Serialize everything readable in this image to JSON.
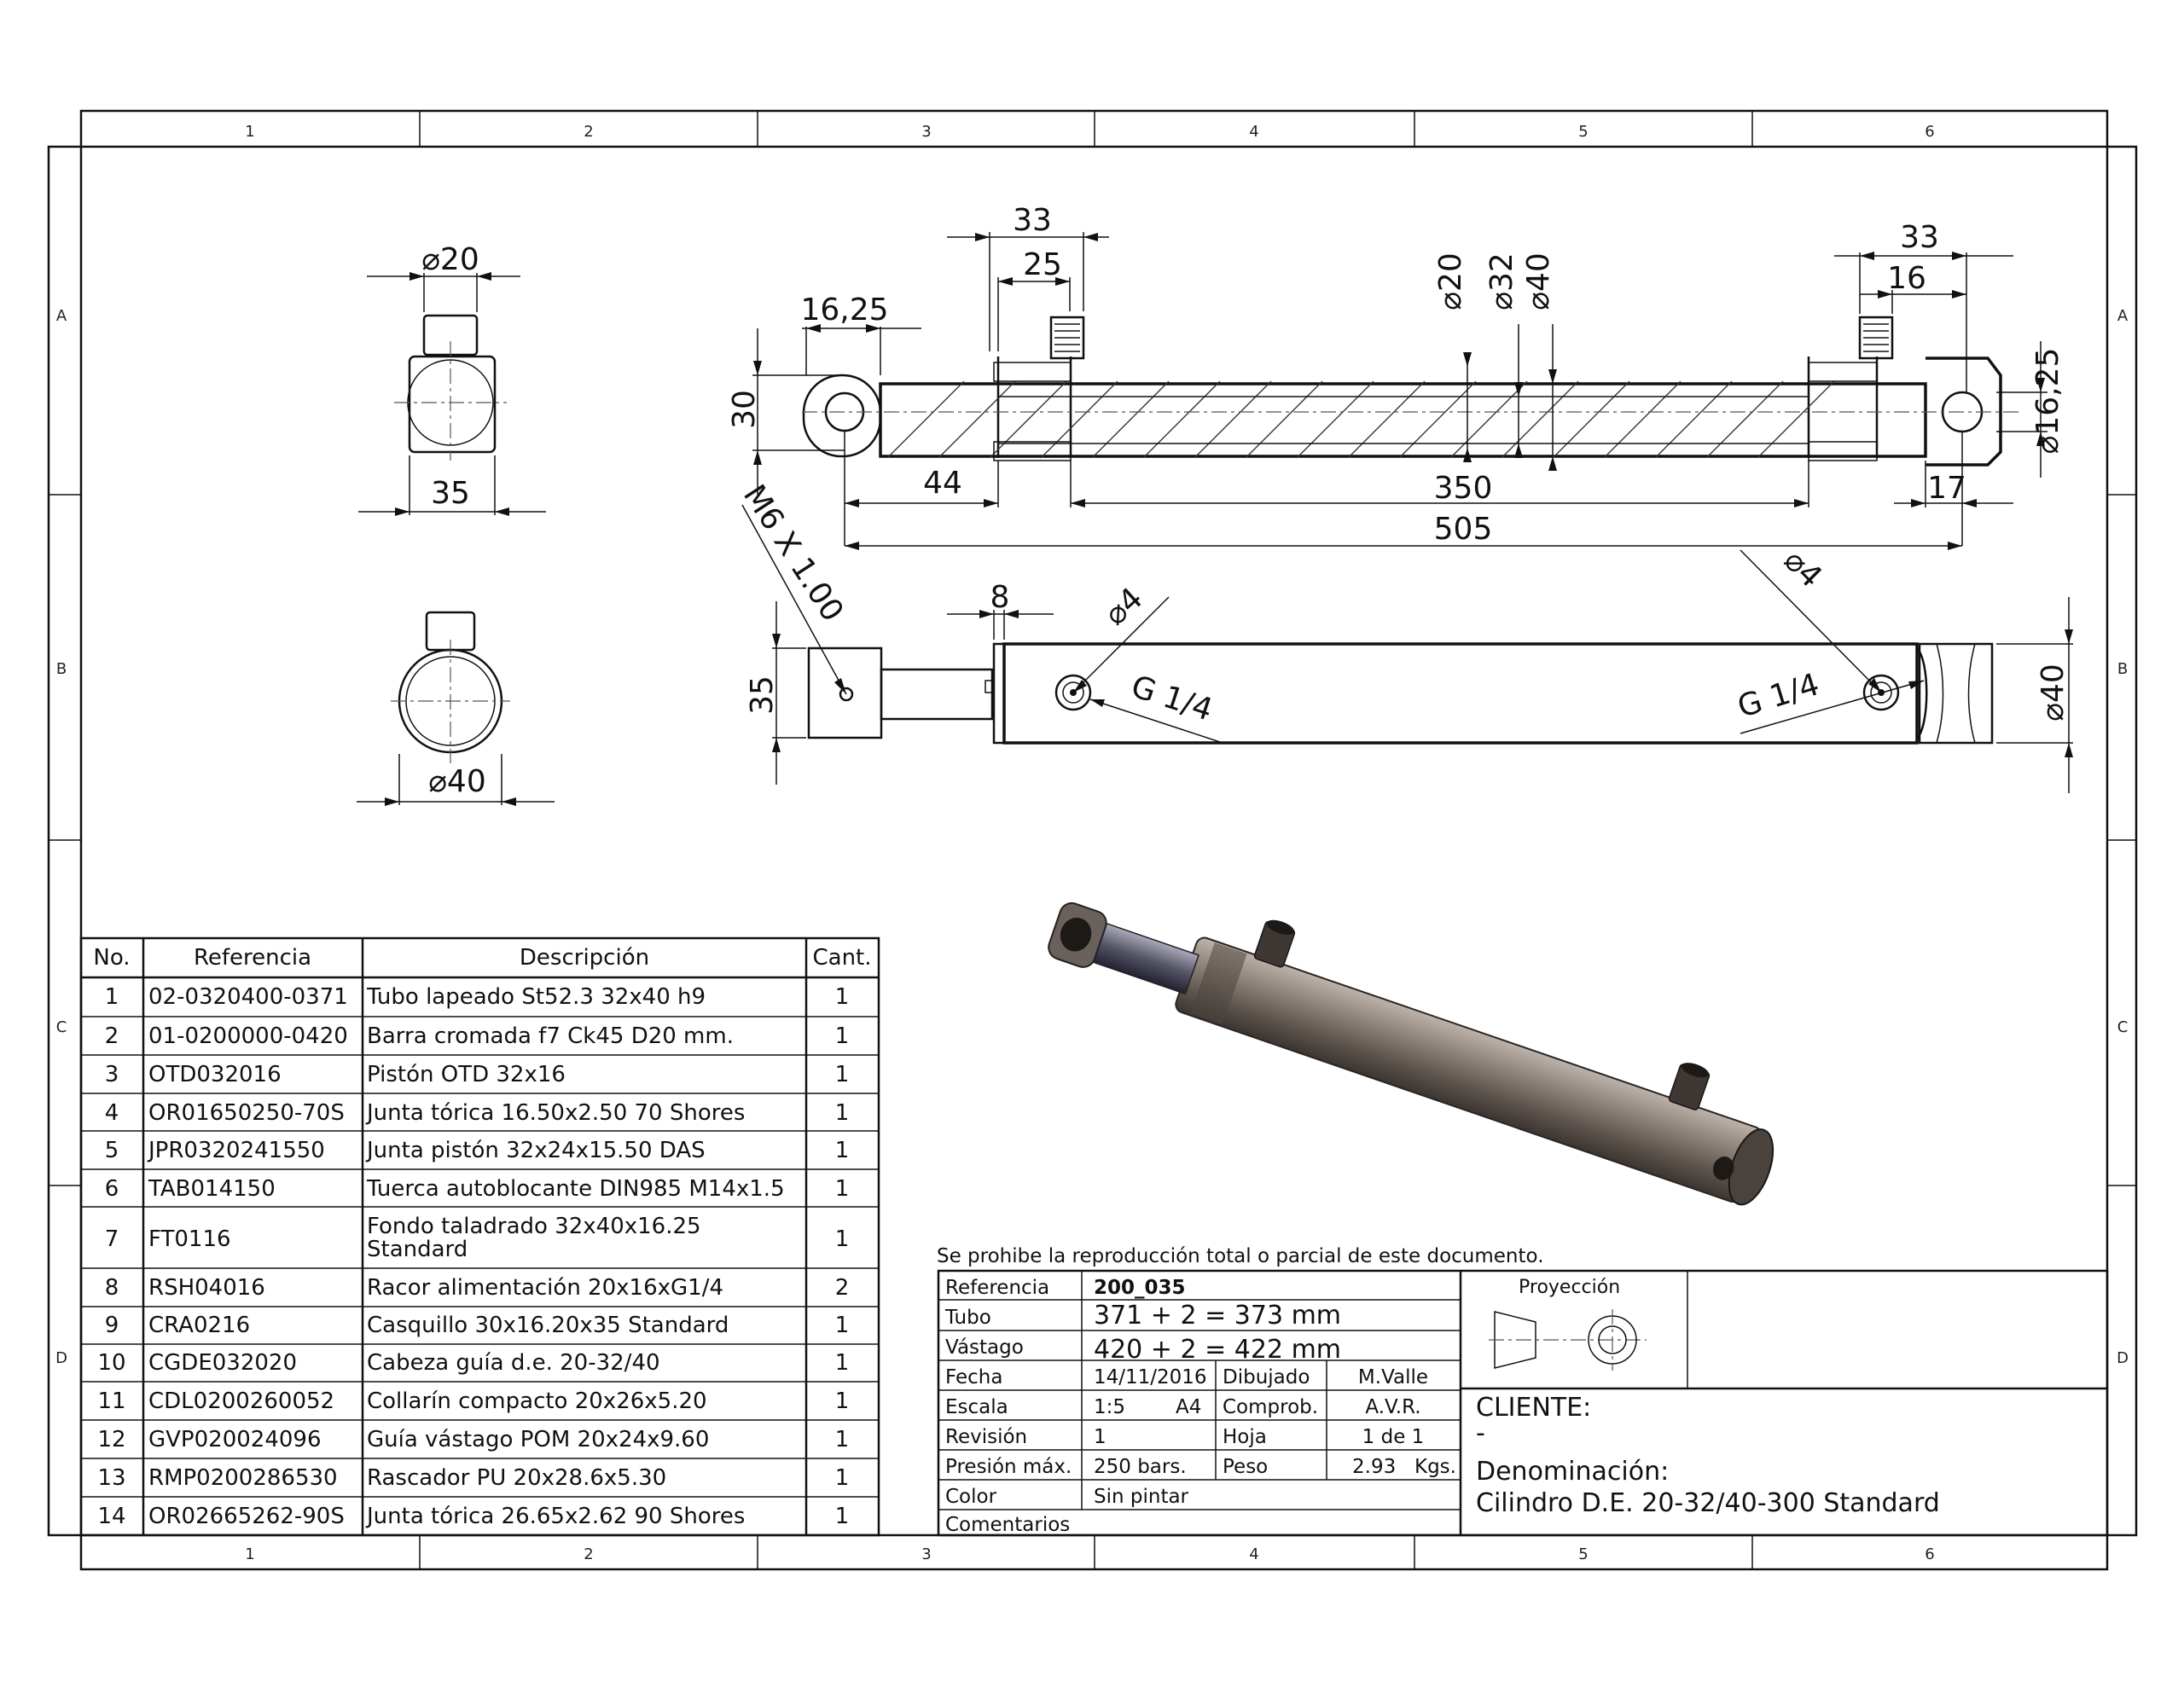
{
  "zones": {
    "columns": [
      "1",
      "2",
      "3",
      "4",
      "5",
      "6"
    ],
    "rows": [
      "A",
      "B",
      "C",
      "D"
    ]
  },
  "dimensions": {
    "end_view_top_dia": "⌀20",
    "end_view_top_width": "35",
    "end_view_bottom_dia": "⌀40",
    "sec_33_left": "33",
    "sec_25": "25",
    "sec_16_25_top": "16,25",
    "sec_30": "30",
    "sec_dia20": "⌀20",
    "sec_dia32": "⌀32",
    "sec_dia40": "⌀40",
    "sec_33_right": "33",
    "sec_16": "16",
    "sec_dia16_25": "⌀16,25",
    "sec_44": "44",
    "sec_350": "350",
    "sec_17": "17",
    "sec_505": "505",
    "ext_m6": "M6 X 1.00",
    "ext_8": "8",
    "ext_dia4_left": "⌀4",
    "ext_dia4_right": "⌀4",
    "ext_35": "35",
    "ext_g14_left": "G 1/4",
    "ext_g14_right": "G 1/4",
    "ext_dia40": "⌀40"
  },
  "bom": {
    "headers": [
      "No.",
      "Referencia",
      "Descripción",
      "Cant."
    ],
    "rows": [
      [
        "1",
        "02-0320400-0371",
        "Tubo lapeado St52.3 32x40 h9",
        "1"
      ],
      [
        "2",
        "01-0200000-0420",
        "Barra cromada f7 Ck45 D20 mm.",
        "1"
      ],
      [
        "3",
        "OTD032016",
        "Pistón OTD 32x16",
        "1"
      ],
      [
        "4",
        "OR01650250-70S",
        "Junta tórica 16.50x2.50 70 Shores",
        "1"
      ],
      [
        "5",
        "JPR0320241550",
        "Junta pistón 32x24x15.50 DAS",
        "1"
      ],
      [
        "6",
        "TAB014150",
        "Tuerca autoblocante DIN985 M14x1.5",
        "1"
      ],
      [
        "7",
        "FT0116",
        "Fondo taladrado 32x40x16.25",
        "1"
      ],
      [
        "8",
        "RSH04016",
        "Racor alimentación 20x16xG1/4",
        "2"
      ],
      [
        "9",
        "CRA0216",
        "Casquillo 30x16.20x35 Standard",
        "1"
      ],
      [
        "10",
        "CGDE032020",
        "Cabeza guía d.e. 20-32/40",
        "1"
      ],
      [
        "11",
        "CDL0200260052",
        "Collarín compacto 20x26x5.20",
        "1"
      ],
      [
        "12",
        "GVP020024096",
        "Guía vástago POM 20x24x9.60",
        "1"
      ],
      [
        "13",
        "RMP0200286530",
        "Rascador PU 20x28.6x5.30",
        "1"
      ],
      [
        "14",
        "OR02665262-90S",
        "Junta tórica 26.65x2.62 90 Shores",
        "1"
      ]
    ],
    "row7_line2": "Standard"
  },
  "title_block": {
    "notice": "Se prohibe la reproducción total o parcial de este documento.",
    "referencia_label": "Referencia",
    "referencia_value": "200_035",
    "tubo_label": "Tubo",
    "tubo_value": "371 + 2 = 373 mm",
    "vastago_label": "Vástago",
    "vastago_value": "420 + 2 = 422 mm",
    "fecha_label": "Fecha",
    "fecha_value": "14/11/2016",
    "dibujado_label": "Dibujado",
    "dibujado_value": "M.Valle",
    "escala_label": "Escala",
    "escala_value": "1:5",
    "formato_value": "A4",
    "comprob_label": "Comprob.",
    "comprob_value": "A.V.R.",
    "revision_label": "Revisión",
    "revision_value": "1",
    "hoja_label": "Hoja",
    "hoja_value": "1  de  1",
    "presion_label": "Presión máx.",
    "presion_value": "250 bars.",
    "peso_label": "Peso",
    "peso_value": "2.93",
    "peso_unit": "Kgs.",
    "color_label": "Color",
    "color_value": "Sin pintar",
    "comentarios_label": "Comentarios",
    "proyeccion_label": "Proyección",
    "cliente_label": "CLIENTE:",
    "cliente_value": "-",
    "denominacion_label": "Denominación:",
    "denominacion_value": "Cilindro D.E. 20-32/40-300 Standard"
  }
}
